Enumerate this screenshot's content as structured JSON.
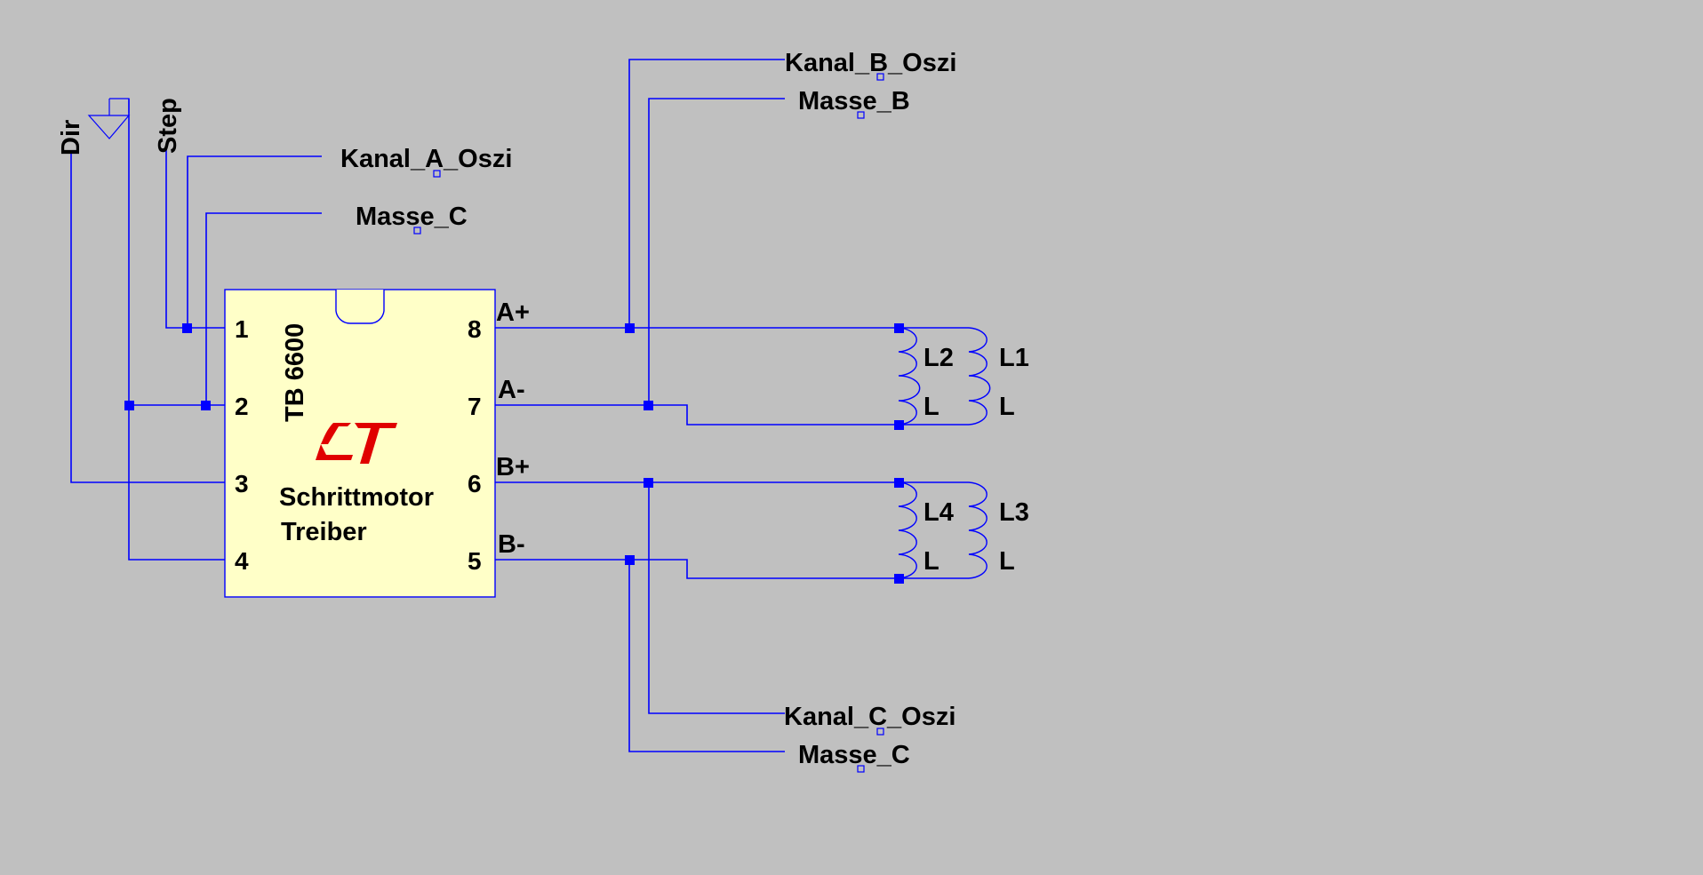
{
  "ic": {
    "part": "TB 6600",
    "description_line1": "Schrittmotor",
    "description_line2": "Treiber",
    "logo": "lt-logo",
    "logo_color": "#e00000",
    "body_color": "#ffffc8",
    "pins_left": [
      "1",
      "2",
      "3",
      "4"
    ],
    "pins_right": [
      "8",
      "7",
      "6",
      "5"
    ]
  },
  "outputs": {
    "a_plus": "A+",
    "a_minus": "A-",
    "b_plus": "B+",
    "b_minus": "B-"
  },
  "inputs": {
    "dir": "Dir",
    "step": "Step"
  },
  "net_labels": {
    "kanal_a": "Kanal_A_Oszi",
    "masse_c_top": "Masse_C",
    "kanal_b": "Kanal_B_Oszi",
    "masse_b": "Masse_B",
    "kanal_c": "Kanal_C_Oszi",
    "masse_c_bottom": "Masse_C"
  },
  "inductors": {
    "l1": {
      "name": "L1",
      "value": "L"
    },
    "l2": {
      "name": "L2",
      "value": "L"
    },
    "l3": {
      "name": "L3",
      "value": "L"
    },
    "l4": {
      "name": "L4",
      "value": "L"
    }
  },
  "colors": {
    "background": "#c0c0c0",
    "wire": "#0000ff",
    "text": "#000000"
  }
}
